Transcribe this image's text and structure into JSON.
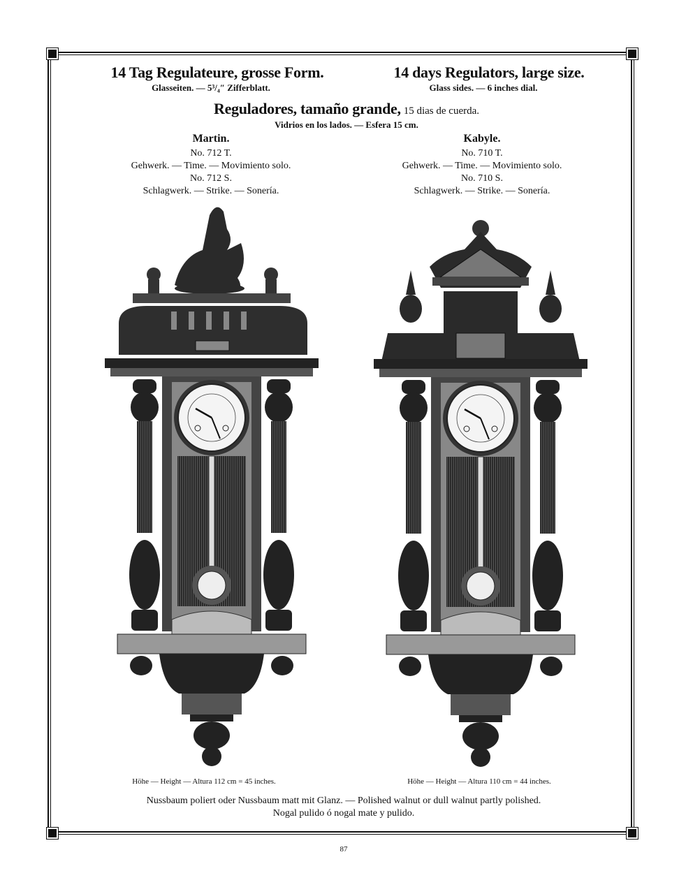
{
  "header": {
    "title_de": "14 Tag Regulateure, grosse Form.",
    "sub_de": "Glasseiten. — 5³/₄″ Zifferblatt.",
    "title_en": "14 days Regulators, large size.",
    "sub_en": "Glass sides. — 6 inches dial.",
    "title_es": "Reguladores, tamaño grande,",
    "title_es_small": "15 dias de cuerda.",
    "sub_es": "Vidrios en los lados. — Esfera 15 cm."
  },
  "models": [
    {
      "name": "Martin.",
      "no_t": "No. 712 T.",
      "time": "Gehwerk. — Time. — Movimiento solo.",
      "no_s": "No. 712 S.",
      "strike": "Schlagwerk. — Strike. — Sonería.",
      "height": "Höhe — Height — Altura 112 cm = 45 inches."
    },
    {
      "name": "Kabyle.",
      "no_t": "No. 710 T.",
      "time": "Gehwerk. — Time. — Movimiento solo.",
      "no_s": "No. 710 S.",
      "strike": "Schlagwerk. — Strike. — Sonería.",
      "height": "Höhe — Height — Altura 110 cm = 44 inches."
    }
  ],
  "footer": {
    "line1": "Nussbaum poliert oder Nussbaum matt mit Glanz. — Polished walnut or dull walnut partly polished.",
    "line2": "Nogal pulido ó nogal mate y pulido.",
    "page_number": "87"
  }
}
